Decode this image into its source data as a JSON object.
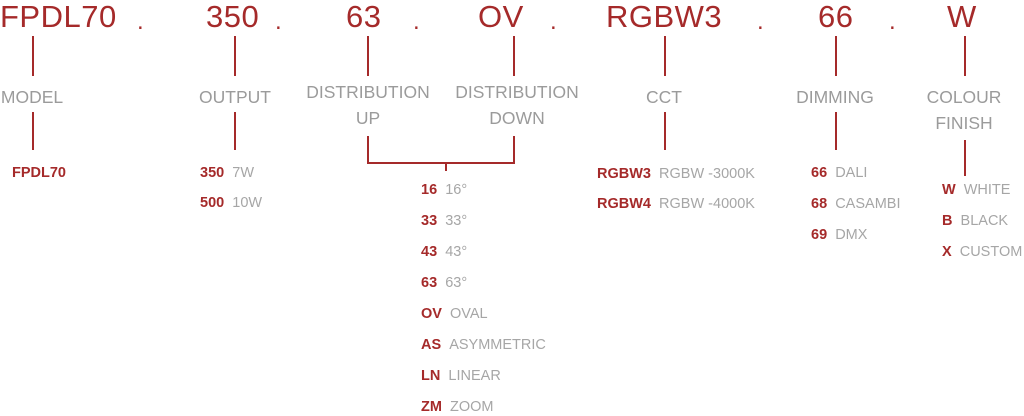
{
  "codes": {
    "model": "FPDL70",
    "output": "350",
    "dist_up": "63",
    "dist_down": "OV",
    "cct": "RGBW3",
    "dimming": "66",
    "finish": "W"
  },
  "separator": ".",
  "headers": {
    "model": "MODEL",
    "output": "OUTPUT",
    "dist_up_1": "DISTRIBUTION",
    "dist_up_2": "UP",
    "dist_down_1": "DISTRIBUTION",
    "dist_down_2": "DOWN",
    "cct": "CCT",
    "dimming": "DIMMING",
    "finish_1": "COLOUR",
    "finish_2": "FINISH"
  },
  "options": {
    "model": [
      {
        "code": "FPDL70",
        "label": ""
      }
    ],
    "output": [
      {
        "code": "350",
        "label": "7W"
      },
      {
        "code": "500",
        "label": "10W"
      }
    ],
    "distribution": [
      {
        "code": "16",
        "label": "16°"
      },
      {
        "code": "33",
        "label": "33°"
      },
      {
        "code": "43",
        "label": "43°"
      },
      {
        "code": "63",
        "label": "63°"
      },
      {
        "code": "OV",
        "label": "OVAL"
      },
      {
        "code": "AS",
        "label": "ASYMMETRIC"
      },
      {
        "code": "LN",
        "label": "LINEAR"
      },
      {
        "code": "ZM",
        "label": "ZOOM"
      }
    ],
    "cct": [
      {
        "code": "RGBW3",
        "label": "RGBW -3000K"
      },
      {
        "code": "RGBW4",
        "label": "RGBW -4000K"
      }
    ],
    "dimming": [
      {
        "code": "66",
        "label": "DALI"
      },
      {
        "code": "68",
        "label": "CASAMBI"
      },
      {
        "code": "69",
        "label": "DMX"
      }
    ],
    "finish": [
      {
        "code": "W",
        "label": "WHITE"
      },
      {
        "code": "B",
        "label": "BLACK"
      },
      {
        "code": "X",
        "label": "CUSTOM"
      }
    ]
  },
  "colors": {
    "accent": "#a52a2a",
    "muted": "#9b9b9b"
  }
}
